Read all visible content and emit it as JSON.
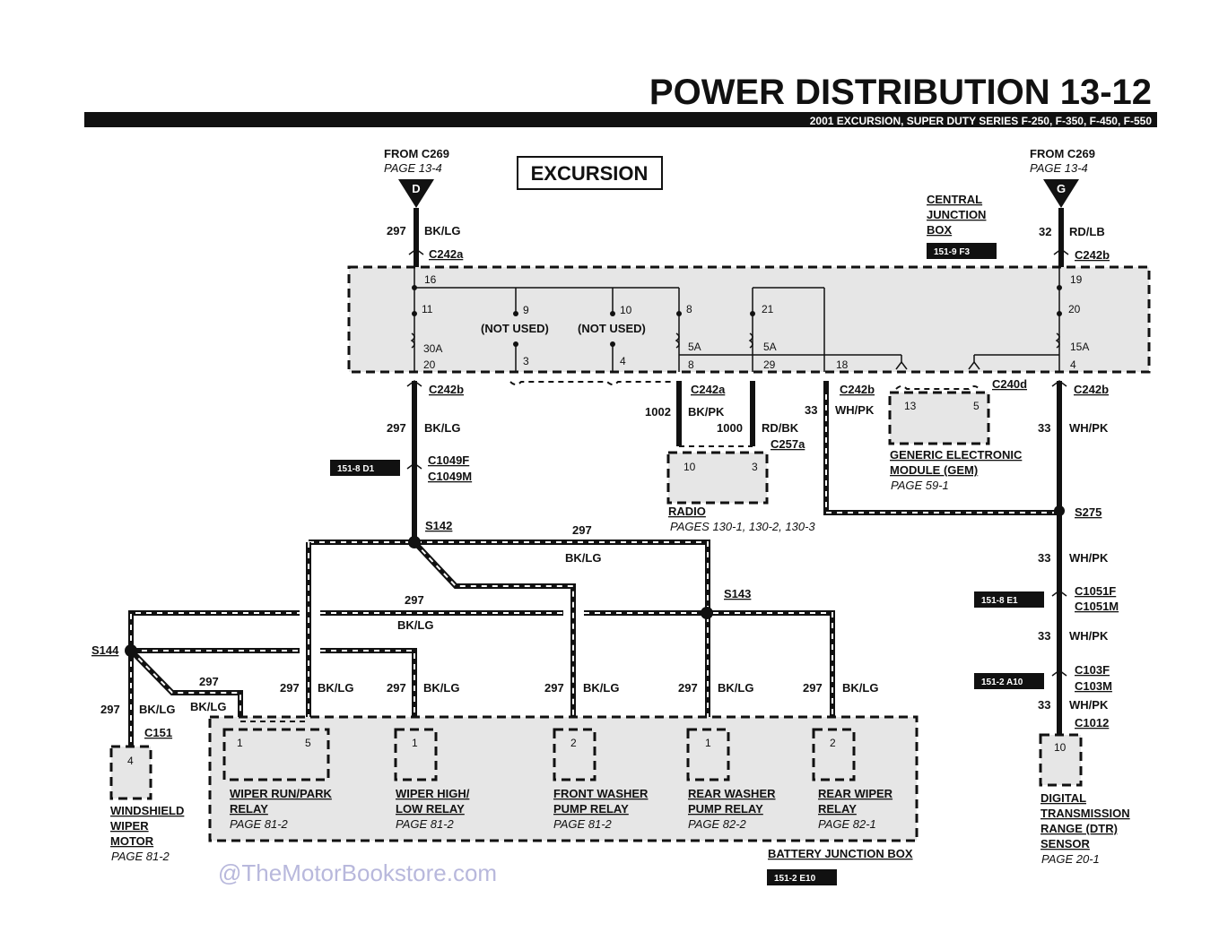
{
  "header": {
    "title": "POWER DISTRIBUTION 13-12",
    "subtitle": "2001 EXCURSION, SUPER DUTY SERIES F-250, F-350, F-450, F-550"
  },
  "variant_label": "EXCURSION",
  "watermark": "@TheMotorBookstore.com",
  "sources": {
    "left": {
      "from": "FROM C269",
      "page": "PAGE 13-4",
      "letter": "D"
    },
    "right": {
      "from": "FROM C269",
      "page": "PAGE 13-4",
      "letter": "G"
    }
  },
  "cjb": {
    "l1": "CENTRAL",
    "l2": "JUNCTION",
    "l3": "BOX",
    "ref": "151-9 F3",
    "not_used_a": "(NOT USED)",
    "not_used_b": "(NOT USED)"
  },
  "connectors": {
    "c242a_top": "C242a",
    "c242b_top": "C242b",
    "c242b_bot_left": "C242b",
    "c242a_bot": "C242a",
    "c242b_bot_mid": "C242b",
    "c240d": "C240d",
    "c242b_bot_right": "C242b",
    "c257a": "C257a",
    "c1049f": "C1049F",
    "c1049m": "C1049M",
    "c1051f": "C1051F",
    "c1051m": "C1051M",
    "c103f": "C103F",
    "c103m": "C103M",
    "c1012": "C1012",
    "c151": "C151"
  },
  "pins": {
    "p16": "16",
    "p11": "11",
    "p30a": "30A",
    "p20l": "20",
    "p9": "9",
    "p3": "3",
    "p10": "10",
    "p4l": "4",
    "p8a": "8",
    "p5a_1": "5A",
    "p8b": "8",
    "p21": "21",
    "p5a_2": "5A",
    "p29": "29",
    "p18": "18",
    "p19": "19",
    "p20r": "20",
    "p15a": "15A",
    "p4r": "4",
    "gem13": "13",
    "gem5": "5",
    "radio10": "10",
    "radio3": "3",
    "wrp1": "1",
    "wrp5": "5",
    "whl1": "1",
    "fwp2": "2",
    "rwp1": "1",
    "rwr2": "2",
    "motor4": "4",
    "dtr10": "10"
  },
  "circuits": {
    "c297_top": "297",
    "bklg_top": "BK/LG",
    "c32": "32",
    "rdlb": "RD/LB",
    "c297_l": "297",
    "bklg_l": "BK/LG",
    "c1002": "1002",
    "bkpk": "BK/PK",
    "c1000": "1000",
    "rdbk": "RD/BK",
    "c33_mid": "33",
    "whpk_mid": "WH/PK",
    "c33_r1": "33",
    "whpk_r1": "WH/PK",
    "c297_s142": "297",
    "bklg_s142": "BK/LG",
    "c297_mid": "297",
    "bklg_mid": "BK/LG",
    "c33_r2": "33",
    "whpk_r2": "WH/PK",
    "c33_r3": "33",
    "whpk_r3": "WH/PK",
    "c33_r4": "33",
    "whpk_r4": "WH/PK",
    "c297_s144": "297",
    "c297_m": "297",
    "bklg_m": "BK/LG",
    "c297_wrp": "297",
    "bklg_wrp": "BK/LG",
    "c297_whl": "297",
    "bklg_whl": "BK/LG",
    "c297_fwp": "297",
    "bklg_fwp": "BK/LG",
    "c297_rwp": "297",
    "bklg_rwp": "BK/LG",
    "c297_rwr": "297",
    "bklg_rwr": "BK/LG"
  },
  "splices": {
    "s142": "S142",
    "s143": "S143",
    "s144": "S144",
    "s275": "S275"
  },
  "refs": {
    "r1": "151-8 D1",
    "r2": "151-8 E1",
    "r3": "151-2 A10",
    "r4": "151-2 E10"
  },
  "components": {
    "radio": {
      "name": "RADIO",
      "page": "PAGES 130-1, 130-2, 130-3"
    },
    "gem": {
      "l1": "GENERIC ELECTRONIC",
      "l2": "MODULE (GEM)",
      "page": "PAGE 59-1"
    },
    "wrp": {
      "l1": "WIPER RUN/PARK",
      "l2": "RELAY",
      "page": "PAGE 81-2"
    },
    "whl": {
      "l1": "WIPER HIGH/",
      "l2": "LOW RELAY",
      "page": "PAGE 81-2"
    },
    "fwp": {
      "l1": "FRONT WASHER",
      "l2": "PUMP RELAY",
      "page": "PAGE 81-2"
    },
    "rwp": {
      "l1": "REAR WASHER",
      "l2": "PUMP RELAY",
      "page": "PAGE 82-2"
    },
    "rwr": {
      "l1": "REAR WIPER",
      "l2": "RELAY",
      "page": "PAGE 82-1"
    },
    "motor": {
      "l1": "WINDSHIELD",
      "l2": "WIPER",
      "l3": "MOTOR",
      "page": "PAGE 81-2"
    },
    "dtr": {
      "l1": "DIGITAL",
      "l2": "TRANSMISSION",
      "l3": "RANGE (DTR)",
      "l4": "SENSOR",
      "page": "PAGE 20-1"
    },
    "bjb": {
      "name": "BATTERY JUNCTION BOX"
    }
  }
}
